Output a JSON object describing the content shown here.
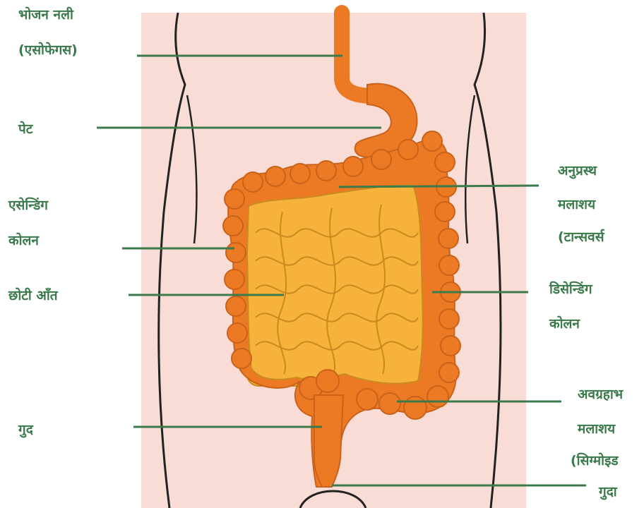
{
  "colors": {
    "background": "#ffffff",
    "body_fill": "#f9dcd6",
    "body_outline": "#222222",
    "large_intestine": "#ec7a25",
    "large_intestine_dark": "#c9621a",
    "small_intestine": "#f6b23a",
    "small_intestine_dark": "#c98a1e",
    "label_text": "#3b7a4a",
    "leader_line": "#3b7a4a"
  },
  "labels": {
    "esophagus_line1": "भोजन नली",
    "esophagus_line2": "(एसोफेगस)",
    "stomach": "पेट",
    "ascending_line1": "एसेन्डिंग",
    "ascending_line2": "कोलन",
    "small_intestine": "छोटी आँत",
    "rectum": "गुद",
    "transverse_line1": "अनुप्रस्थ",
    "transverse_line2": "मलाशय",
    "transverse_line3": "(टान्सवर्स",
    "descending_line1": "डिसेन्डिंग",
    "descending_line2": "कोलन",
    "sigmoid_line1": "अवग्रहाभ",
    "sigmoid_line2": "मलाशय",
    "sigmoid_line3": "(सिग्मोइड",
    "anus": "गुदा"
  }
}
